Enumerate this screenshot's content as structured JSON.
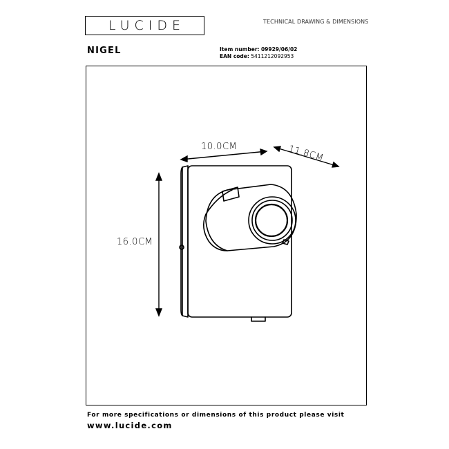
{
  "brand": {
    "logo_text": "LUCIDE"
  },
  "header": {
    "label": "TECHNICAL DRAWING & DIMENSIONS"
  },
  "product": {
    "name": "NIGEL",
    "item_number_label": "Item number:",
    "item_number": "09929/06/02",
    "ean_label": "EAN code:",
    "ean": "5411212092953"
  },
  "dimensions": {
    "width": "10.0CM",
    "depth": "11.8CM",
    "height": "16.0CM"
  },
  "footer": {
    "line1": "For more specifications or dimensions of this product please visit",
    "url": "www.lucide.com"
  }
}
